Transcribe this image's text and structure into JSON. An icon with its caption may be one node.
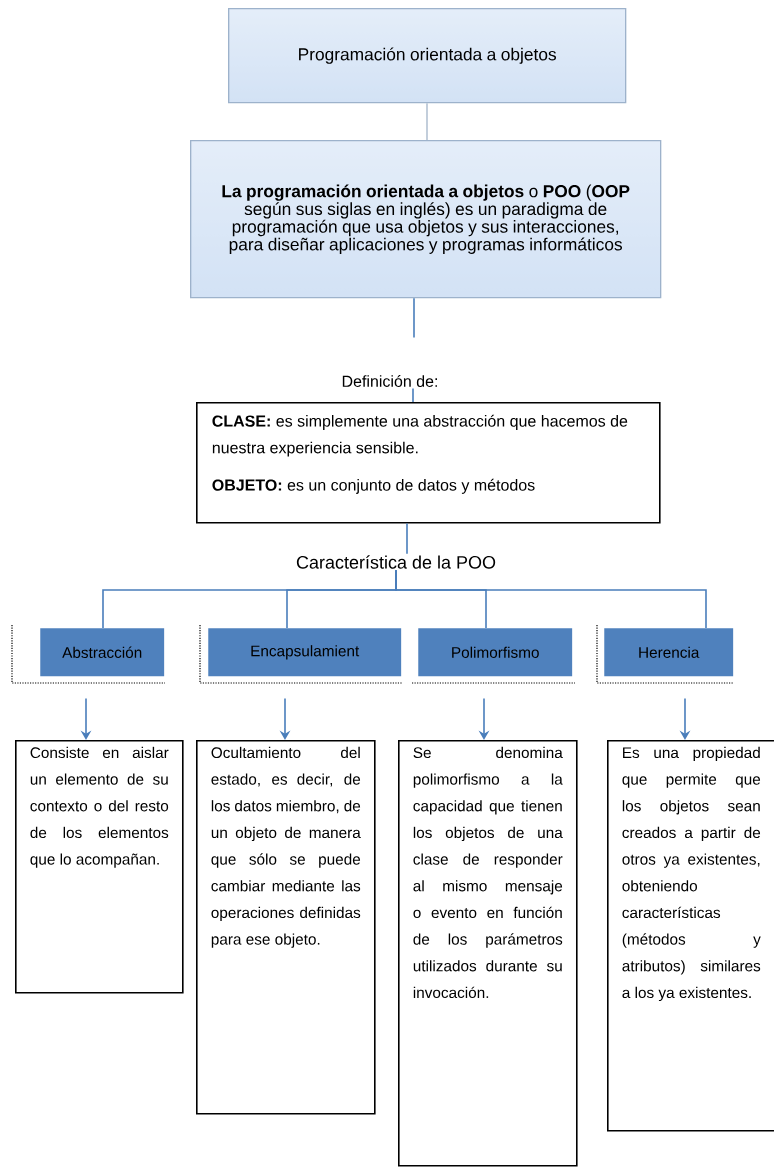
{
  "diagram": {
    "nodes": [
      {
        "text": [
          "Programación orientada a objetos"
        ]
      },
      {
        "text": [
          "**La programación orientada a objetos** o **POO** (**OOP** según sus siglas en inglés) es un paradigma de programación que usa objetos y sus interacciones, para diseñar aplicaciones y programas informáticos"
        ]
      },
      {
        "text": [
          "Definición de:"
        ]
      },
      {
        "text": [
          "**CLASE:** es simplemente una abstracción que hacemos de nuestra experiencia sensible.",
          "**OBJETO:** es un conjunto de datos y métodos"
        ]
      },
      {
        "text": [
          "Característica de la POO"
        ]
      },
      {
        "text": [
          "Abstracción"
        ]
      },
      {
        "text": [
          "Encapsulamient"
        ]
      },
      {
        "text": [
          "Polimorfismo"
        ]
      },
      {
        "text": [
          "Herencia"
        ]
      },
      {
        "text": [
          "Consiste en aislar un elemento de su contexto o del resto de los elementos que lo acompañan."
        ]
      },
      {
        "text": [
          "Ocultamiento del estado, es decir, de los datos miembro, de un objeto de manera que sólo se puede cambiar mediante las operaciones definidas para ese objeto."
        ]
      },
      {
        "text": [
          "Se denomina polimorfismo a la capacidad que tienen los objetos de una clase de responder al mismo mensaje o evento en función de los parámetros utilizados durante su invocación."
        ]
      },
      {
        "text": [
          "Es una propiedad que permite que los objetos sean creados a partir de otros ya existentes, obteniendo características (métodos y atributos) similares a los ya existentes."
        ]
      }
    ],
    "edges": [
      {
        "from": 0,
        "to": 1,
        "arrow": "none",
        "color": "#b4c2d3"
      },
      {
        "from": 1,
        "to": 2,
        "arrow": "none"
      },
      {
        "from": 2,
        "to": 3,
        "arrow": "none"
      },
      {
        "from": 3,
        "to": 4,
        "arrow": "none"
      },
      {
        "from": 4,
        "to": 5,
        "arrow": "none"
      },
      {
        "from": 4,
        "to": 6,
        "arrow": "none"
      },
      {
        "from": 4,
        "to": 7,
        "arrow": "none"
      },
      {
        "from": 4,
        "to": 8,
        "arrow": "none"
      },
      {
        "from": 5,
        "to": 9,
        "arrow": "to"
      },
      {
        "from": 6,
        "to": 10,
        "arrow": "to"
      },
      {
        "from": 7,
        "to": 11,
        "arrow": "to"
      },
      {
        "from": 8,
        "to": 12,
        "arrow": "to"
      }
    ]
  }
}
